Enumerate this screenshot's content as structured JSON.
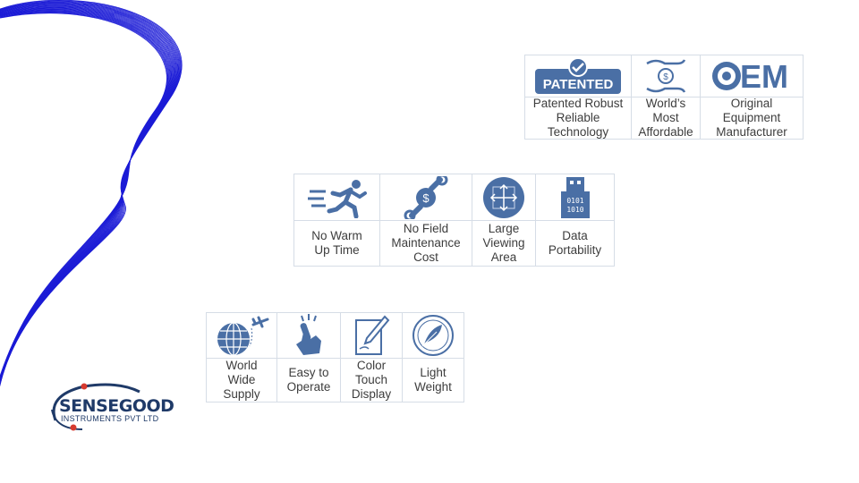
{
  "colors": {
    "icon_blue": "#4a6fa5",
    "wave_blue": "#1c1cd6",
    "logo_navy": "#1f3a68",
    "logo_red": "#d63a2f"
  },
  "group_top": {
    "items": [
      {
        "icon": "patented-badge-icon",
        "badge_text": "PATENTED",
        "label": "Patented Robust\nReliable\nTechnology"
      },
      {
        "icon": "hands-coin-icon",
        "coin_text": "$",
        "label": "World’s\nMost\nAffordable"
      },
      {
        "icon": "oem-logo-icon",
        "logo_text": "EM",
        "label": "Original\nEquipment\nManufacturer"
      }
    ]
  },
  "group_middle": {
    "items": [
      {
        "icon": "running-man-icon",
        "label": "No Warm\nUp Time"
      },
      {
        "icon": "wrench-dollar-icon",
        "coin_text": "$",
        "label": "No Field\nMaintenance\nCost"
      },
      {
        "icon": "expand-arrows-icon",
        "label": "Large\nViewing\nArea"
      },
      {
        "icon": "usb-data-icon",
        "data_text": "0101\n1010",
        "label": "Data\nPortability"
      }
    ]
  },
  "group_bottom": {
    "items": [
      {
        "icon": "globe-airplane-icon",
        "label": "World\nWide\nSupply"
      },
      {
        "icon": "finger-touch-icon",
        "label": "Easy to\nOperate"
      },
      {
        "icon": "pen-display-icon",
        "label": "Color\nTouch\nDisplay"
      },
      {
        "icon": "feather-icon",
        "label": "Light\nWeight"
      }
    ]
  },
  "logo": {
    "name": "SENSEGOOD",
    "subtitle": "INSTRUMENTS PVT LTD"
  }
}
